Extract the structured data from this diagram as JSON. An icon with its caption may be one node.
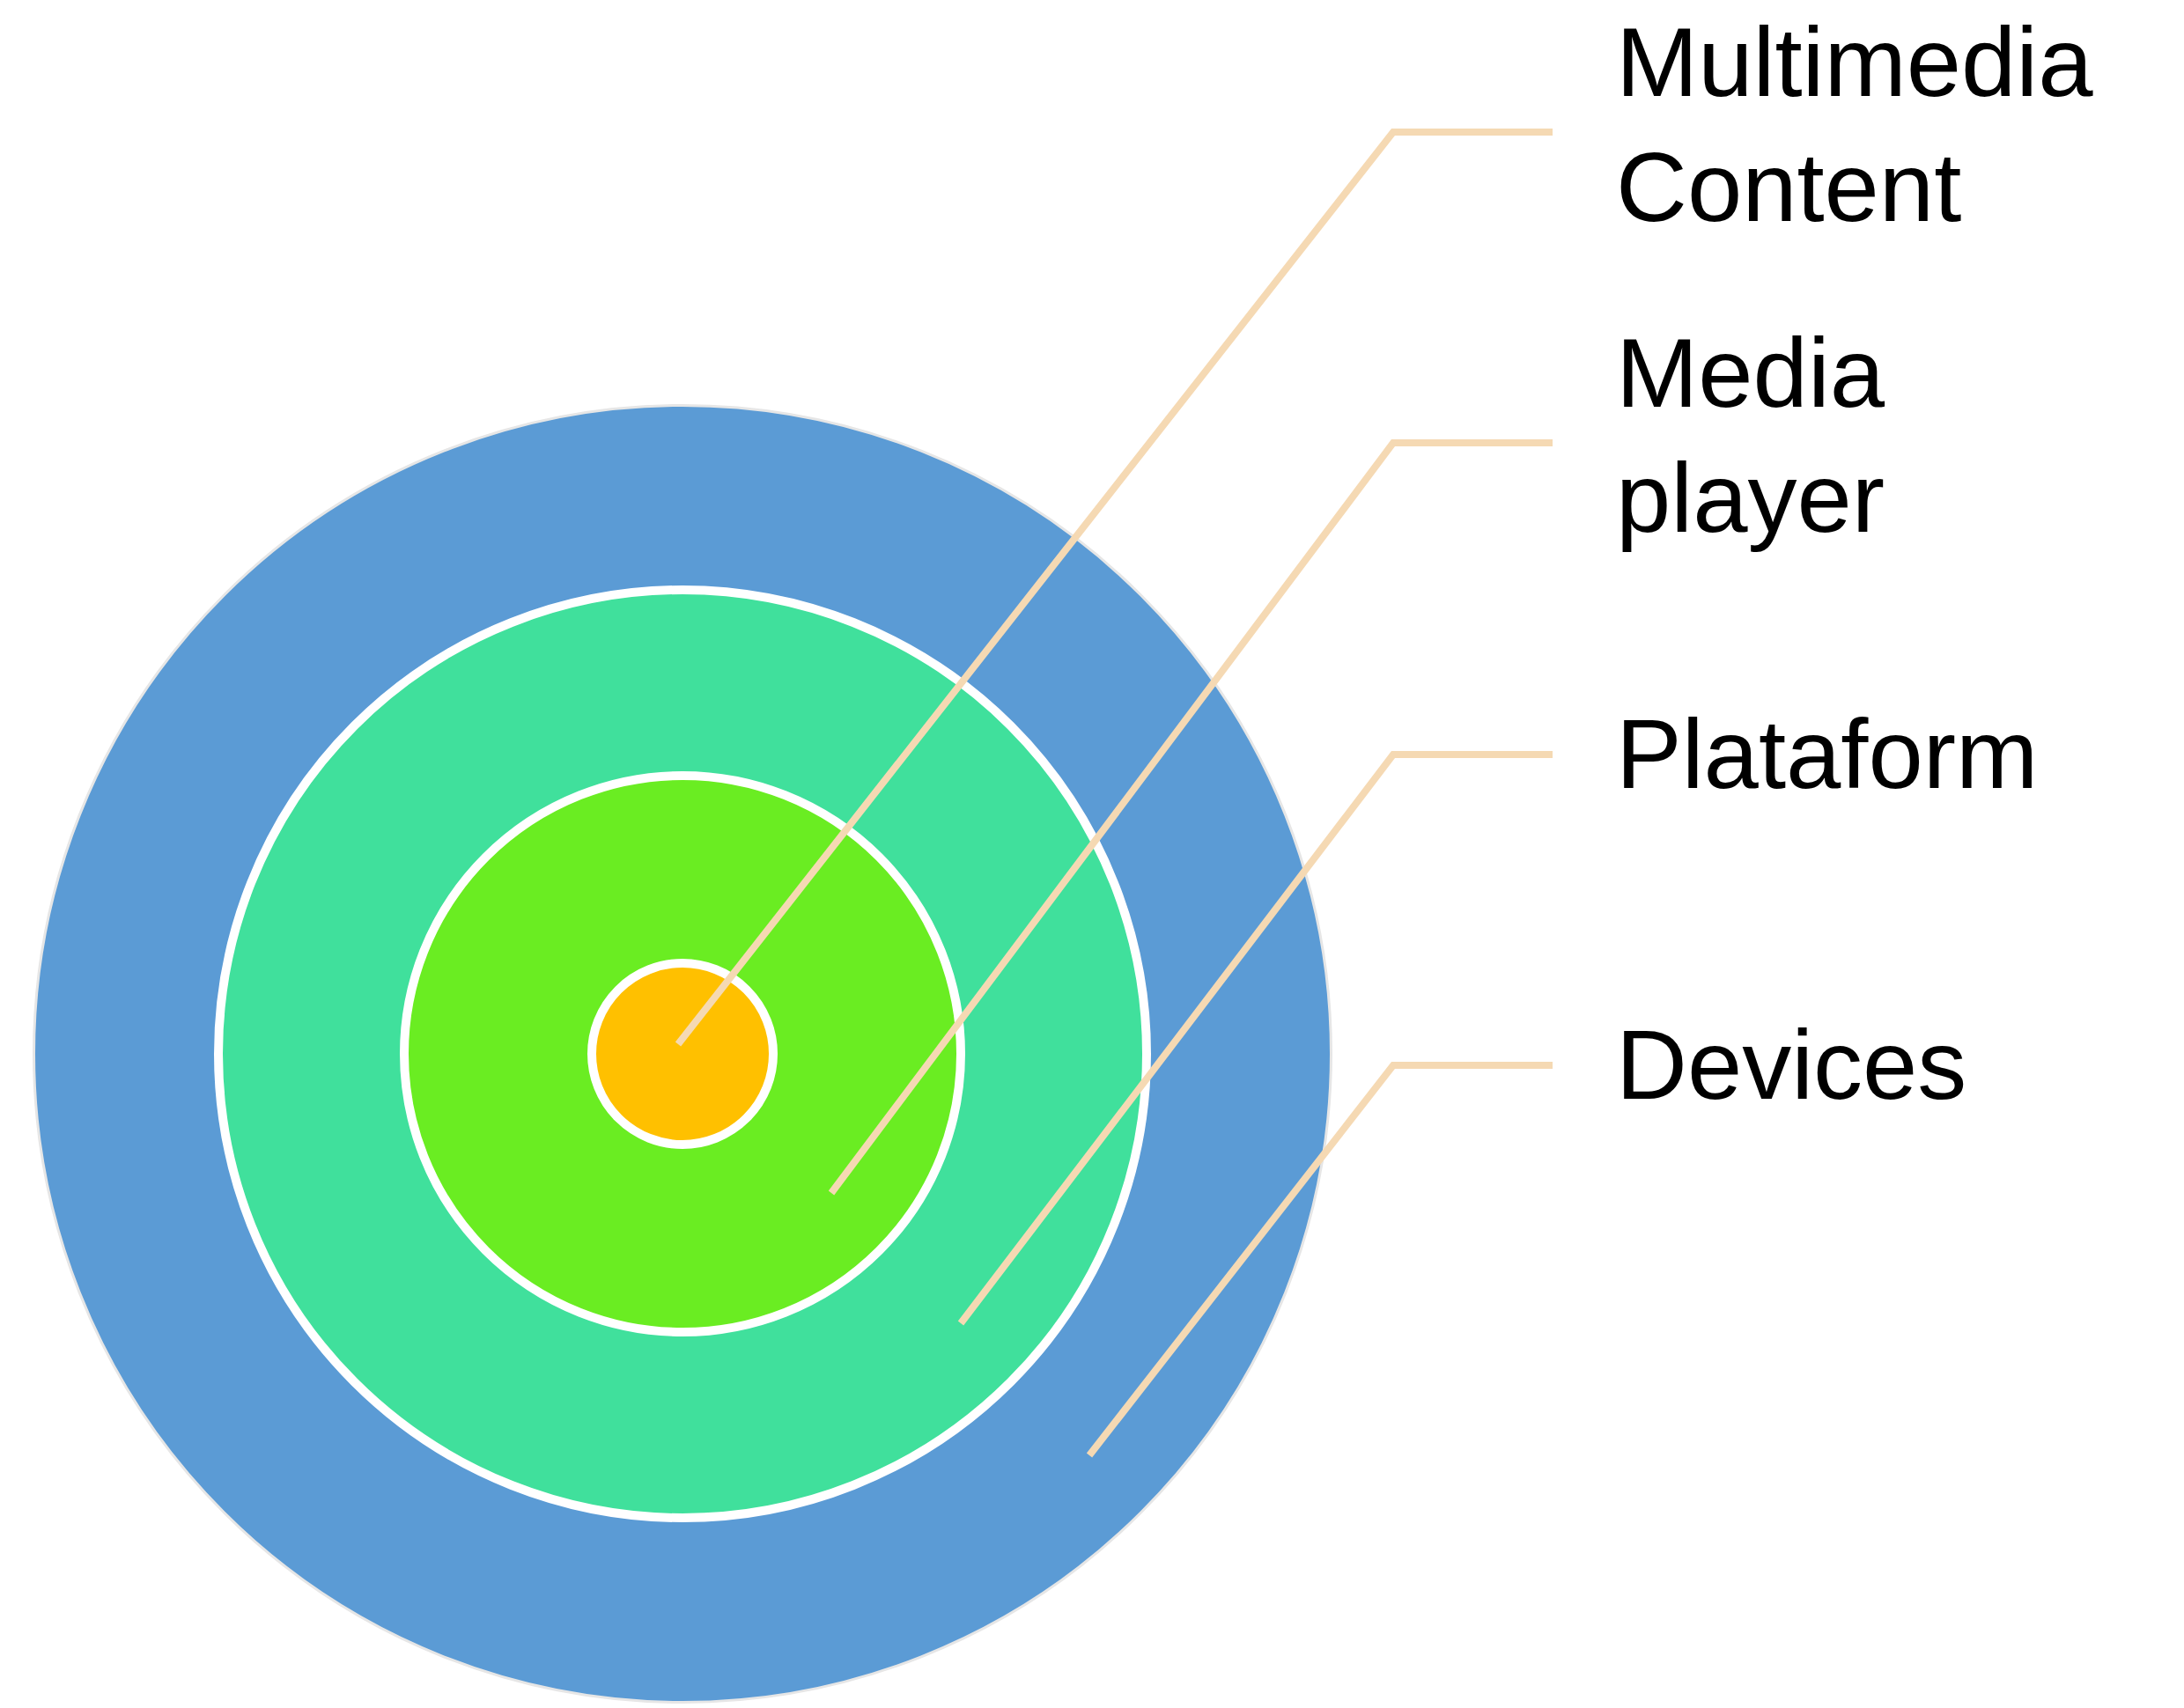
{
  "diagram": {
    "nodes": [
      {
        "text": [],
        "shape": "circle"
      },
      {
        "text": [],
        "shape": "circle",
        "in": 0
      },
      {
        "text": [],
        "shape": "circle",
        "in": 1
      },
      {
        "text": [],
        "shape": "circle",
        "in": 2
      },
      {
        "text": [
          "Multimedia Content"
        ]
      },
      {
        "text": [
          "Media player"
        ]
      },
      {
        "text": [
          "Plataform"
        ]
      },
      {
        "text": [
          "Devices"
        ]
      }
    ],
    "edges": [
      {
        "from": 4,
        "to": 3,
        "arrow": "none"
      },
      {
        "from": 5,
        "to": 2,
        "arrow": "none"
      },
      {
        "from": 6,
        "to": 1,
        "arrow": "none"
      },
      {
        "from": 7,
        "to": 0,
        "arrow": "none"
      }
    ]
  }
}
